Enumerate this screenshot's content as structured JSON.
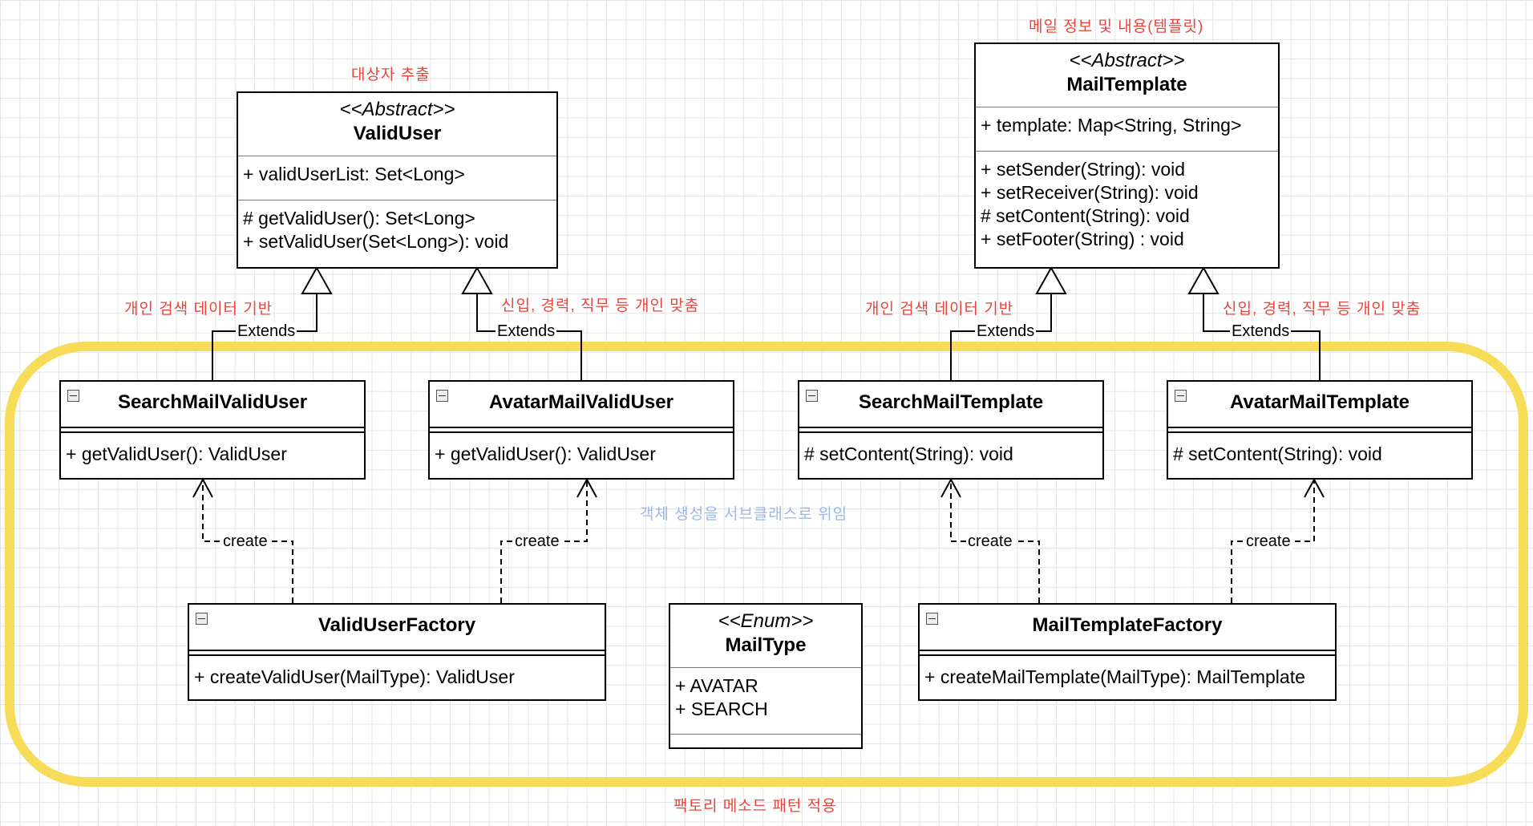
{
  "classes": {
    "valid_user": {
      "stereotype": "<<Abstract>>",
      "name": "ValidUser",
      "attributes": [
        "+ validUserList: Set<Long>"
      ],
      "methods": [
        "# getValidUser(): Set<Long>",
        "+ setValidUser(Set<Long>): void"
      ]
    },
    "mail_template": {
      "stereotype": "<<Abstract>>",
      "name": "MailTemplate",
      "attributes": [
        "+ template: Map<String, String>"
      ],
      "methods": [
        "+ setSender(String): void",
        "+ setReceiver(String): void",
        "# setContent(String): void",
        "+ setFooter(String) : void"
      ]
    },
    "search_mail_valid_user": {
      "name": "SearchMailValidUser",
      "methods": [
        "+ getValidUser(): ValidUser"
      ]
    },
    "avatar_mail_valid_user": {
      "name": "AvatarMailValidUser",
      "methods": [
        "+ getValidUser(): ValidUser"
      ]
    },
    "search_mail_template": {
      "name": "SearchMailTemplate",
      "methods": [
        "# setContent(String): void"
      ]
    },
    "avatar_mail_template": {
      "name": "AvatarMailTemplate",
      "methods": [
        "# setContent(String): void"
      ]
    },
    "valid_user_factory": {
      "name": "ValidUserFactory",
      "methods": [
        "+ createValidUser(MailType): ValidUser"
      ]
    },
    "mail_template_factory": {
      "name": "MailTemplateFactory",
      "methods": [
        "+ createMailTemplate(MailType): MailTemplate"
      ]
    },
    "mail_type": {
      "stereotype": "<<Enum>>",
      "name": "MailType",
      "values": [
        "+ AVATAR",
        "+ SEARCH"
      ]
    }
  },
  "edge_labels": {
    "extends": "Extends",
    "create": "create"
  },
  "notes": {
    "target_extraction": "대상자 추출",
    "mail_info": "메일 정보 및 내용(템플릿)",
    "personal_search_1": "개인 검색 데이터 기반",
    "personalized_1": "신입, 경력, 직무 등 개인 맞춤",
    "personal_search_2": "개인 검색 데이터 기반",
    "personalized_2": "신입, 경력, 직무 등 개인 맞춤",
    "delegate": "객체 생성을 서브클래스로 위임",
    "factory_pattern": "팩토리 메소드 패턴 적용"
  },
  "colors": {
    "note": "#e8453c",
    "note_blue": "#9bb8e6",
    "highlight": "#f7dc5a"
  }
}
